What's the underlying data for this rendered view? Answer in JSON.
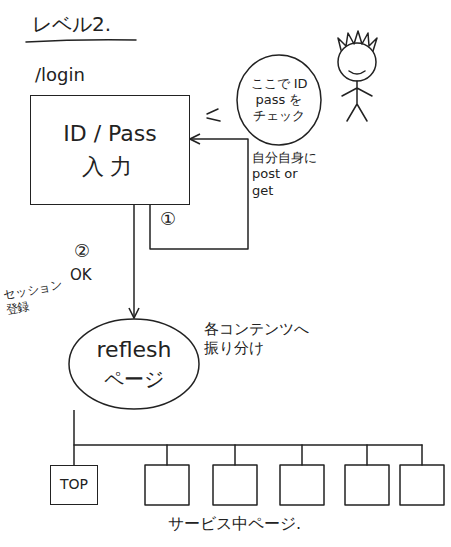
{
  "diagram": {
    "title": "レベル2.",
    "caption": "サービス中ページ.",
    "nodes": [
      {
        "text": [
          "/login",
          "ID / Pass",
          "入力"
        ]
      },
      {
        "text": [
          "ここで ID pass を チェック"
        ]
      },
      {
        "text": [
          "reflesh",
          "ページ"
        ]
      },
      {
        "text": [
          "TOP"
        ]
      }
    ],
    "edges": [
      {
        "from": 0,
        "to": 0,
        "arrow": "to",
        "label": "①"
      },
      {
        "from": 0,
        "to": 2,
        "arrow": "to",
        "label": "②"
      },
      {
        "from": 2,
        "to": 3,
        "arrow": "none"
      }
    ],
    "labels": [
      "OK",
      "セッション 登録",
      "自分自身に post or get",
      "各コンテンツへ 振り分け"
    ]
  }
}
